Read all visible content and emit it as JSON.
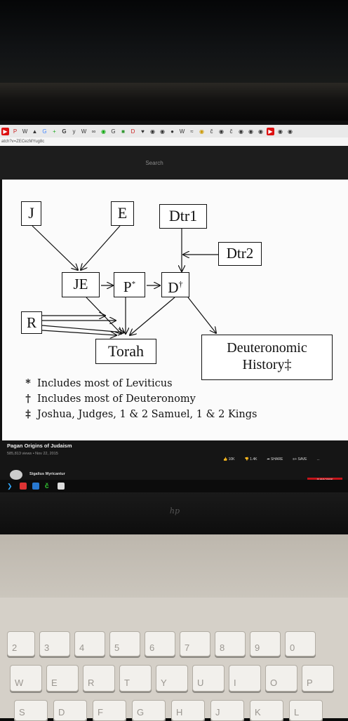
{
  "browser": {
    "url_fragment": "atch?v=ZECezMYug8c",
    "tab_icons": [
      "youtube-icon",
      "pinterest-icon",
      "wiki-icon",
      "tent-icon",
      "g-icon",
      "plus-icon",
      "google-icon",
      "yy-icon",
      "wiki-icon",
      "share-icon",
      "chrome-icon",
      "google-icon",
      "map-icon",
      "d-icon",
      "heart-icon",
      "chrome-icon",
      "chrome-icon",
      "apple-icon",
      "wiki-icon",
      "s-icon",
      "chrome-icon",
      "c-icon",
      "chrome-icon",
      "c-icon",
      "chrome-icon",
      "chrome-icon",
      "chrome-icon",
      "youtube-icon",
      "chrome-icon",
      "chrome-icon"
    ]
  },
  "youtube": {
    "search_placeholder": "Search",
    "video_title": "Pagan Origins of Judaism",
    "video_meta": "585,813 views • Nov 22, 2015",
    "likes": "10K",
    "dislikes": "1.4K",
    "share_label": "SHARE",
    "save_label": "SAVE",
    "more_label": "...",
    "channel_name": "Sigalius Myricantur",
    "subscribe_label": "SUBSCRIBE"
  },
  "slide": {
    "boxes": {
      "J": "J",
      "E": "E",
      "Dtr1": "Dtr1",
      "Dtr2": "Dtr2",
      "JE": "JE",
      "P": "P",
      "P_sup": "*",
      "D": "D",
      "D_sup": "†",
      "R": "R",
      "Torah": "Torah",
      "DH_line1": "Deuteronomic",
      "DH_line2": "History‡"
    },
    "notes": [
      {
        "symbol": "*",
        "text": "Includes most of Leviticus"
      },
      {
        "symbol": "†",
        "text": "Includes most of Deuteronomy"
      },
      {
        "symbol": "‡",
        "text": "Joshua, Judges, 1 & 2 Samuel, 1 & 2 Kings"
      }
    ]
  },
  "device": {
    "logo": "hp",
    "keys_row1": [
      "2",
      "3",
      "4",
      "5",
      "6",
      "7",
      "8",
      "9",
      "0"
    ],
    "keys_row2": [
      "W",
      "E",
      "R",
      "T",
      "Y",
      "U",
      "I",
      "O",
      "P"
    ],
    "keys_row3": [
      "S",
      "D",
      "F",
      "G",
      "H",
      "J",
      "K",
      "L"
    ]
  },
  "colors": {
    "youtube_red": "#c4141a",
    "slide_bg": "#fbfbfb",
    "ink": "#111111"
  }
}
